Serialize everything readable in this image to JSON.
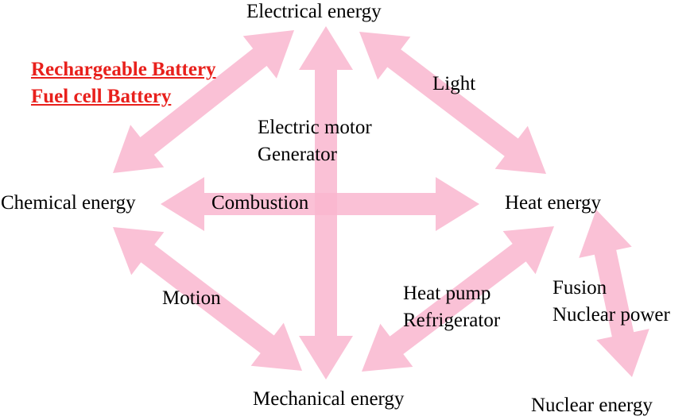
{
  "colors": {
    "arrow": "#f9b6cf",
    "text": "#000000",
    "highlight_text": "#e8201c"
  },
  "nodes": {
    "electrical": "Electrical energy",
    "chemical": "Chemical energy",
    "heat": "Heat energy",
    "mechanical": "Mechanical energy",
    "nuclear": "Nuclear energy"
  },
  "processes": {
    "battery_1": "Rechargeable Battery",
    "battery_2": "Fuel cell Battery",
    "light": "Light",
    "motor": "Electric motor",
    "generator": "Generator",
    "combustion": "Combustion",
    "motion": "Motion",
    "heat_pump": "Heat pump",
    "refrigerator": "Refrigerator",
    "fusion": "Fusion",
    "nuclear_power": "Nuclear power"
  }
}
